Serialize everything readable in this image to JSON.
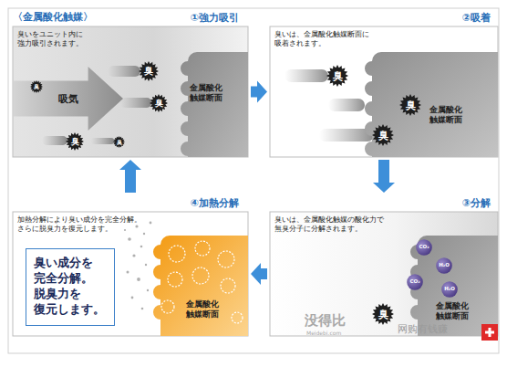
{
  "diagram": {
    "title": "〈金属酸化触媒〉",
    "nodes": [
      {
        "text": [
          "①強力吸引",
          "臭いをユニット内に 強力吸引されます。"
        ]
      },
      {
        "text": [
          "吸気"
        ],
        "in": 0
      },
      {
        "text": [
          "臭"
        ],
        "in": 1
      },
      {
        "text": [
          "臭"
        ],
        "in": 0
      },
      {
        "text": [
          "臭"
        ],
        "in": 0
      },
      {
        "text": [
          "臭"
        ],
        "in": 0
      },
      {
        "text": [
          "臭"
        ],
        "in": 0
      },
      {
        "text": [
          "金属酸化 触媒断面"
        ],
        "in": 0
      },
      {
        "text": [
          "②吸着",
          "臭いは、金属酸化触媒断面に 吸着されます。"
        ]
      },
      {
        "text": [
          "臭"
        ],
        "in": 8
      },
      {
        "text": [
          "金属酸化 触媒断面"
        ],
        "in": 8
      },
      {
        "text": [
          "臭"
        ],
        "in": 8
      },
      {
        "text": [
          "臭"
        ],
        "in": 8
      },
      {
        "text": [
          "③分解",
          "臭いは、金属酸化触媒の酸化力で 無臭分子に分解されます。"
        ]
      },
      {
        "text": [
          "金属酸化 触媒断面"
        ],
        "in": 13
      },
      {
        "text": [
          "CO₂"
        ],
        "in": 13
      },
      {
        "text": [
          "H₂O"
        ],
        "in": 13
      },
      {
        "text": [
          "CO₂"
        ],
        "in": 13
      },
      {
        "text": [
          "H₂O"
        ],
        "in": 13
      },
      {
        "text": [
          "臭"
        ],
        "in": 13
      },
      {
        "text": [
          "④加熱分解",
          "加熱分解により臭い成分を完全分解。 さらに脱臭力を復元します。"
        ]
      },
      {
        "text": [
          "臭い成分を 完全分解。 脱臭力を 復元します。"
        ],
        "in": 20
      },
      {
        "text": [
          "金属酸化 触媒断面"
        ],
        "in": 20
      }
    ],
    "edges": [
      {
        "from": 0,
        "to": 8,
        "arrow": "to"
      },
      {
        "from": 8,
        "to": 13,
        "arrow": "to"
      },
      {
        "from": 13,
        "to": 20,
        "arrow": "to"
      },
      {
        "from": 20,
        "to": 0,
        "arrow": "to"
      }
    ],
    "labels": [
      "没得比",
      "Meidebi.com",
      "网购有钱赚"
    ]
  }
}
